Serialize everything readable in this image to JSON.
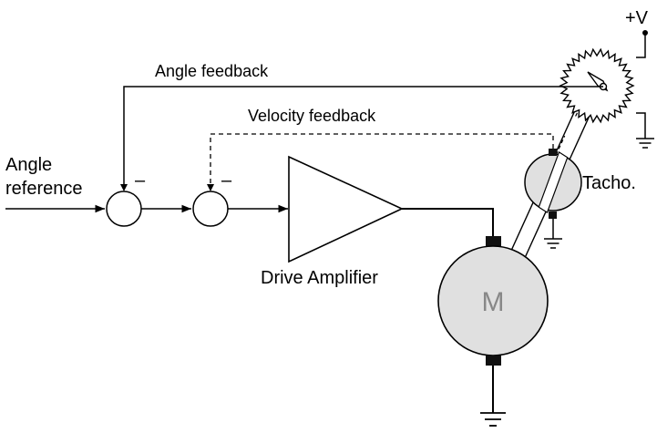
{
  "labels": {
    "angle_reference_line1": "Angle",
    "angle_reference_line2": "reference",
    "angle_feedback": "Angle feedback",
    "velocity_feedback": "Velocity feedback",
    "drive_amplifier": "Drive Amplifier",
    "motor": "M",
    "tacho": "Tacho.",
    "supply": "+V",
    "minus_sign_1": "–",
    "minus_sign_2": "–"
  },
  "colors": {
    "component_fill": "#e0e0e0",
    "motor_letter": "#888888",
    "line": "#000000"
  }
}
